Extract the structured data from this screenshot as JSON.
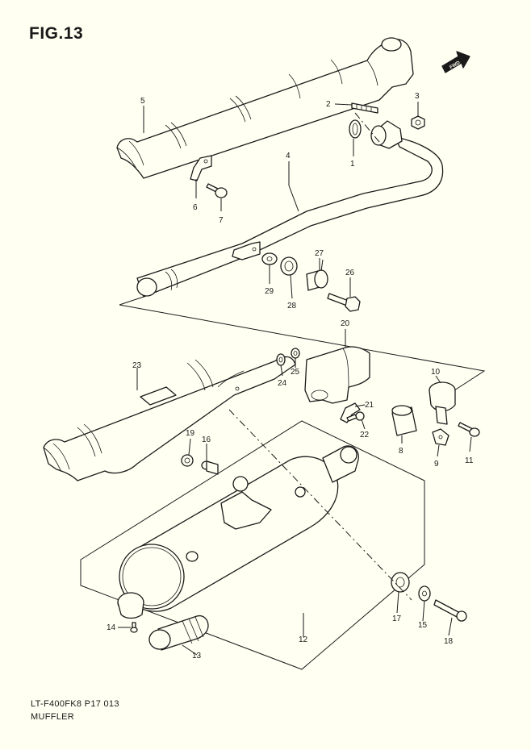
{
  "figure": {
    "title": "FIG.13",
    "footer_code": "LT-F400FK8 P17  013",
    "footer_name": "MUFFLER",
    "fwd_label": "FWD"
  },
  "callouts": [
    "1",
    "2",
    "3",
    "4",
    "5",
    "6",
    "7",
    "8",
    "9",
    "10",
    "11",
    "12",
    "13",
    "14",
    "15",
    "16",
    "17",
    "18",
    "19",
    "20",
    "21",
    "22",
    "23",
    "24",
    "25",
    "26",
    "27",
    "28",
    "29"
  ],
  "colors": {
    "background": "#fffff2",
    "line": "#1a1a1a"
  }
}
